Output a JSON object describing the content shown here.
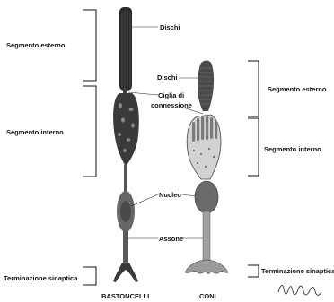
{
  "labels": {
    "rod_outer_segment": "Segmento esterno",
    "rod_inner_segment": "Segmento interno",
    "rod_synaptic_terminal": "Terminazione sinaptica",
    "cone_outer_segment": "Segmento esterno",
    "cone_inner_segment": "Segmento interno",
    "cone_synaptic_terminal": "Terminazione sinaptica",
    "rod_discs": "Dischi",
    "cone_discs": "Dischi",
    "connecting_cilium_line1": "Ciglia di",
    "connecting_cilium_line2": "connessione",
    "nucleus": "Nucleo",
    "axon": "Assone"
  },
  "captions": {
    "rods": "BASTONCELLI",
    "cones": "CONI"
  }
}
